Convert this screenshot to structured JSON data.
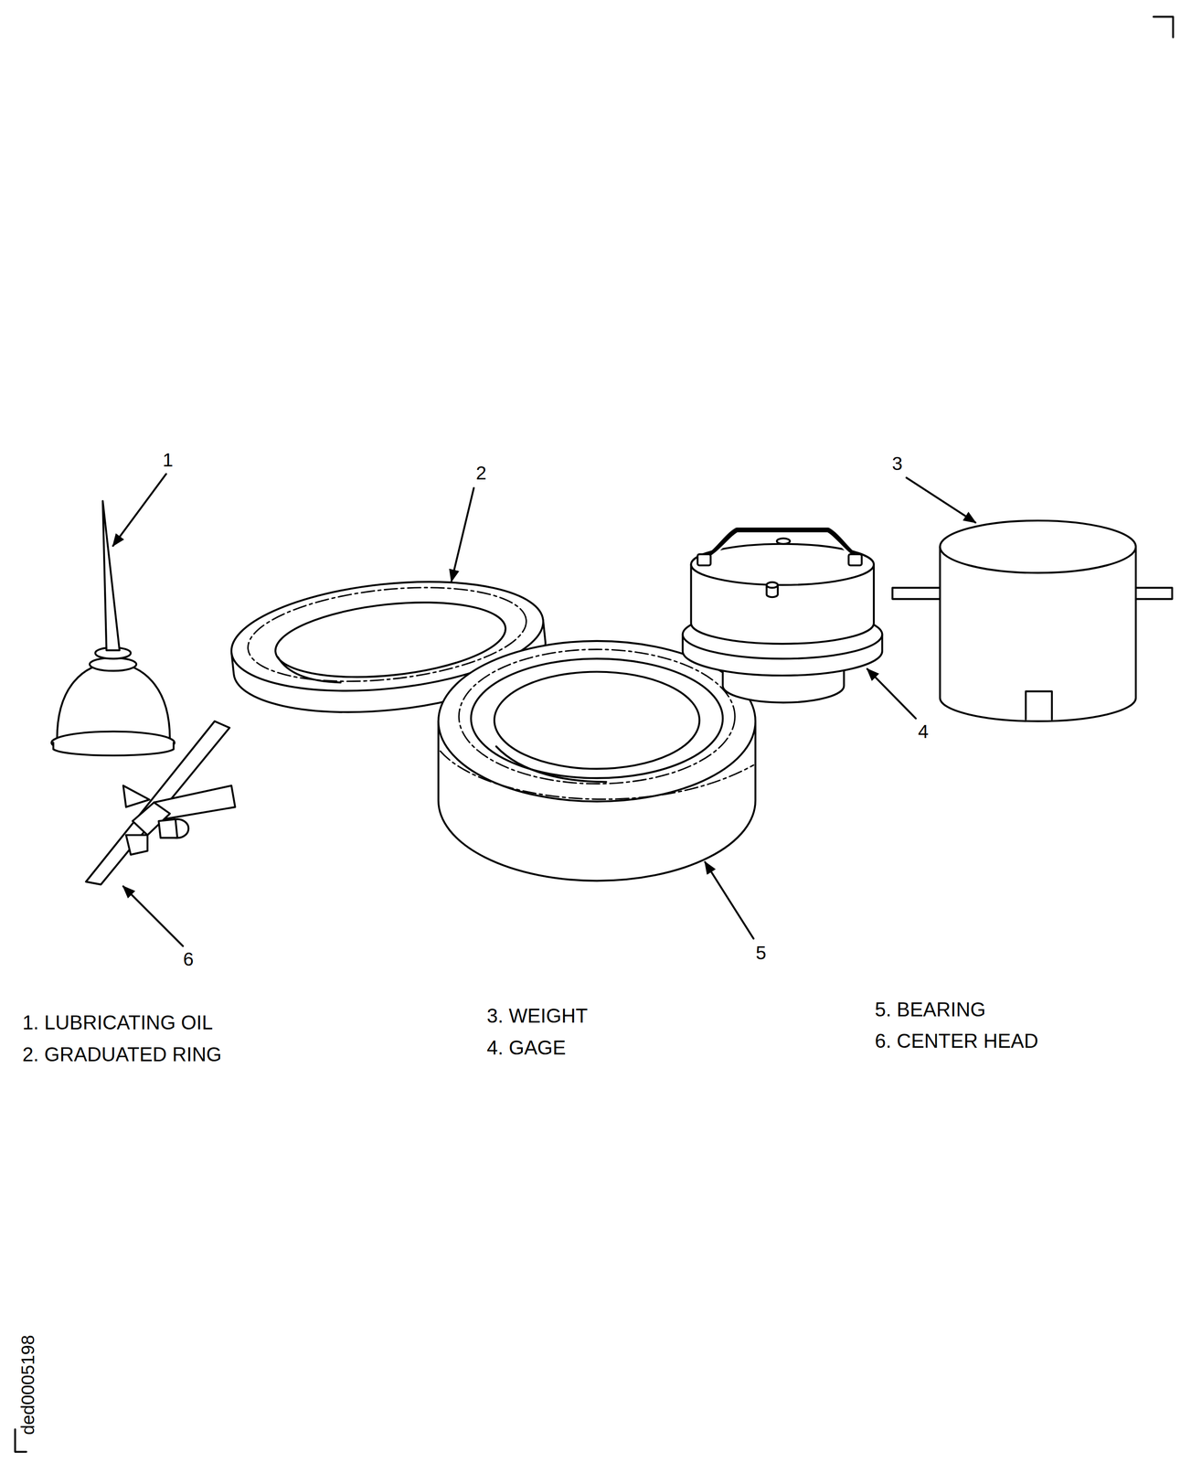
{
  "diagram": {
    "labels": [
      "1",
      "2",
      "3",
      "4",
      "5",
      "6",
      "1. LUBRICATING OIL",
      "2. GRADUATED RING",
      "3. WEIGHT",
      "4. GAGE",
      "5. BEARING",
      "6. CENTER HEAD",
      "ded0005198"
    ]
  }
}
